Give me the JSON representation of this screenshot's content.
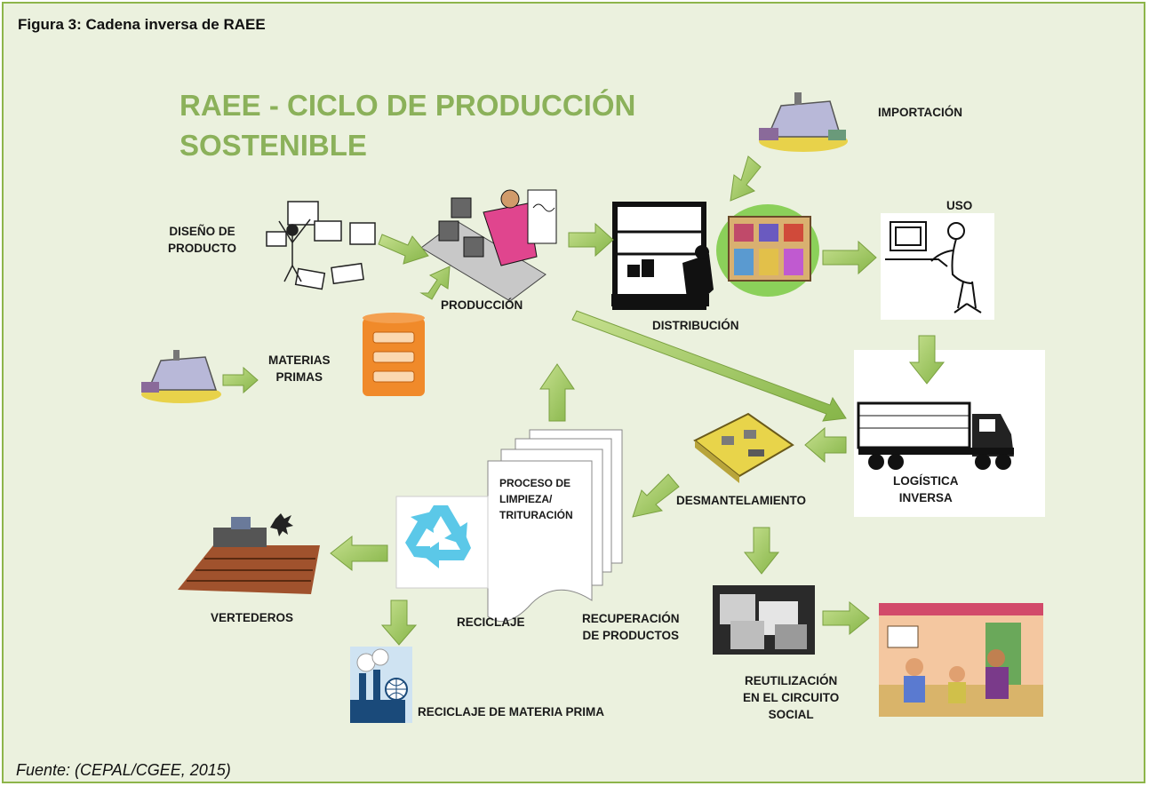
{
  "caption": "Figura 3: Cadena inversa de RAEE",
  "source": "Fuente: (CEPAL/CGEE, 2015)",
  "diagram": {
    "title_line1": "RAEE - CICLO DE PRODUCCIÓN",
    "title_line2": "SOSTENIBLE",
    "labels": {
      "importacion": "IMPORTACIÓN",
      "uso": "USO",
      "diseno_1": "DISEÑO DE",
      "diseno_2": "PRODUCTO",
      "produccion": "PRODUCCIÓN",
      "distribucion": "DISTRIBUCIÓN",
      "materias_1": "MATERIAS",
      "materias_2": "PRIMAS",
      "logistica_1": "LOGÍSTICA",
      "logistica_2": "INVERSA",
      "desmantelamiento": "DESMANTELAMIENTO",
      "proceso_1": "PROCESO DE",
      "proceso_2": "LIMPIEZA/",
      "proceso_3": "TRITURACIÓN",
      "reciclaje": "RECICLAJE",
      "vertederos": "VERTEDEROS",
      "recuperacion_1": "RECUPERACIÓN",
      "recuperacion_2": "DE PRODUCTOS",
      "reutilizacion_1": "REUTILIZACIÓN",
      "reutilizacion_2": "EN EL CIRCUITO",
      "reutilizacion_3": "SOCIAL",
      "reciclaje_mp": "RECICLAJE DE MATERIA PRIMA"
    },
    "colors": {
      "background": "#ebf1de",
      "border": "#8db54a",
      "title": "#8bb15a",
      "arrow": "#9bc25a",
      "recycle": "#5bc8e8",
      "barrel": "#f08a2a"
    }
  }
}
